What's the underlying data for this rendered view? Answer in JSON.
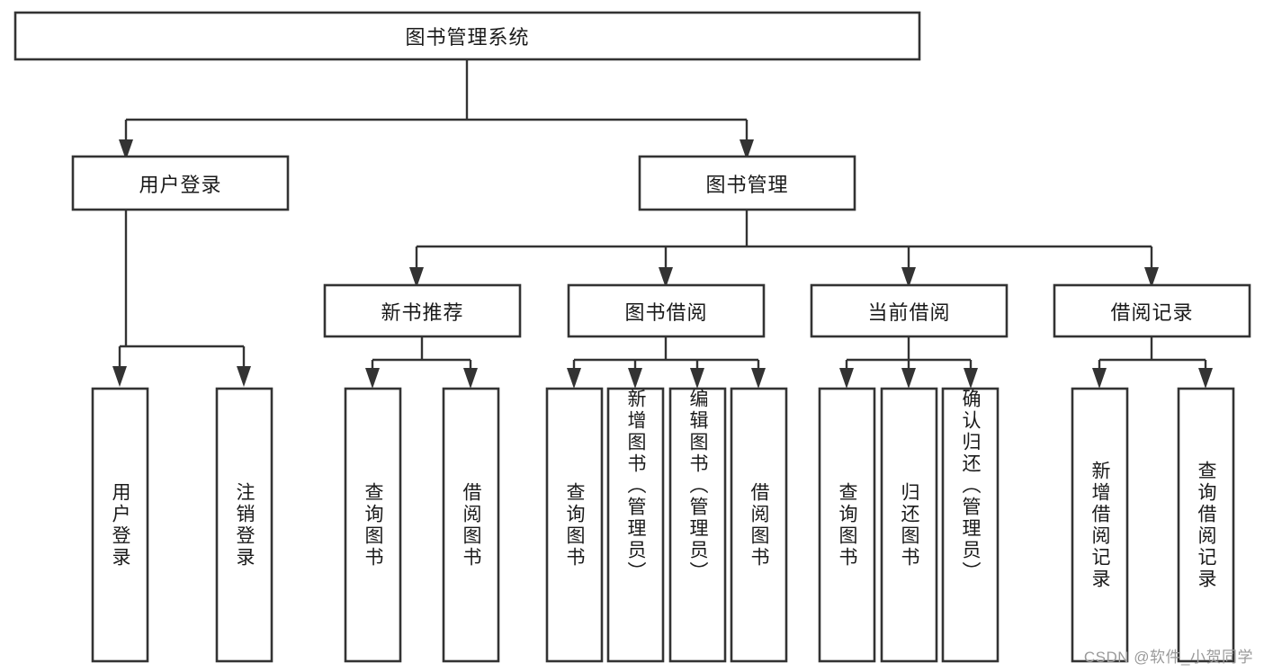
{
  "diagram": {
    "title": "图书管理系统",
    "watermark": "CSDN @软件_小贺同学",
    "colors": {
      "stroke": "#333333",
      "box_fill": "#ffffff",
      "text": "#1a1a1a",
      "background": "#ffffff",
      "watermark": "#9a9a9a"
    },
    "levels": {
      "root": {
        "label": "图书管理系统",
        "orientation": "horizontal"
      },
      "level2": [
        {
          "id": "user-login",
          "label": "用户登录",
          "orientation": "horizontal"
        },
        {
          "id": "book-manage",
          "label": "图书管理",
          "orientation": "horizontal"
        }
      ],
      "level3": [
        {
          "id": "new-book-recommend",
          "label": "新书推荐",
          "orientation": "horizontal",
          "parent": "book-manage"
        },
        {
          "id": "book-borrow",
          "label": "图书借阅",
          "orientation": "horizontal",
          "parent": "book-manage"
        },
        {
          "id": "current-borrow",
          "label": "当前借阅",
          "orientation": "horizontal",
          "parent": "book-manage"
        },
        {
          "id": "borrow-record",
          "label": "借阅记录",
          "orientation": "horizontal",
          "parent": "book-manage"
        }
      ],
      "leaves": [
        {
          "id": "leaf-user-login",
          "label": "用户登录",
          "orientation": "vertical",
          "parent": "user-login"
        },
        {
          "id": "leaf-logout-login",
          "label": "注销登录",
          "orientation": "vertical",
          "parent": "user-login"
        },
        {
          "id": "leaf-query-book-1",
          "label": "查询图书",
          "orientation": "vertical",
          "parent": "new-book-recommend"
        },
        {
          "id": "leaf-borrow-book-1",
          "label": "借阅图书",
          "orientation": "vertical",
          "parent": "new-book-recommend"
        },
        {
          "id": "leaf-query-book-2",
          "label": "查询图书",
          "orientation": "vertical",
          "parent": "book-borrow"
        },
        {
          "id": "leaf-add-book",
          "label": "新增图书（管理员）",
          "orientation": "vertical",
          "parent": "book-borrow"
        },
        {
          "id": "leaf-edit-book",
          "label": "编辑图书（管理员）",
          "orientation": "vertical",
          "parent": "book-borrow"
        },
        {
          "id": "leaf-borrow-book-2",
          "label": "借阅图书",
          "orientation": "vertical",
          "parent": "book-borrow"
        },
        {
          "id": "leaf-query-book-3",
          "label": "查询图书",
          "orientation": "vertical",
          "parent": "current-borrow"
        },
        {
          "id": "leaf-return-book",
          "label": "归还图书",
          "orientation": "vertical",
          "parent": "current-borrow"
        },
        {
          "id": "leaf-confirm-return",
          "label": "确认归还（管理员）",
          "orientation": "vertical",
          "parent": "current-borrow"
        },
        {
          "id": "leaf-add-record",
          "label": "新增借阅记录",
          "orientation": "vertical",
          "parent": "borrow-record"
        },
        {
          "id": "leaf-query-record",
          "label": "查询借阅记录",
          "orientation": "vertical",
          "parent": "borrow-record"
        }
      ]
    }
  }
}
